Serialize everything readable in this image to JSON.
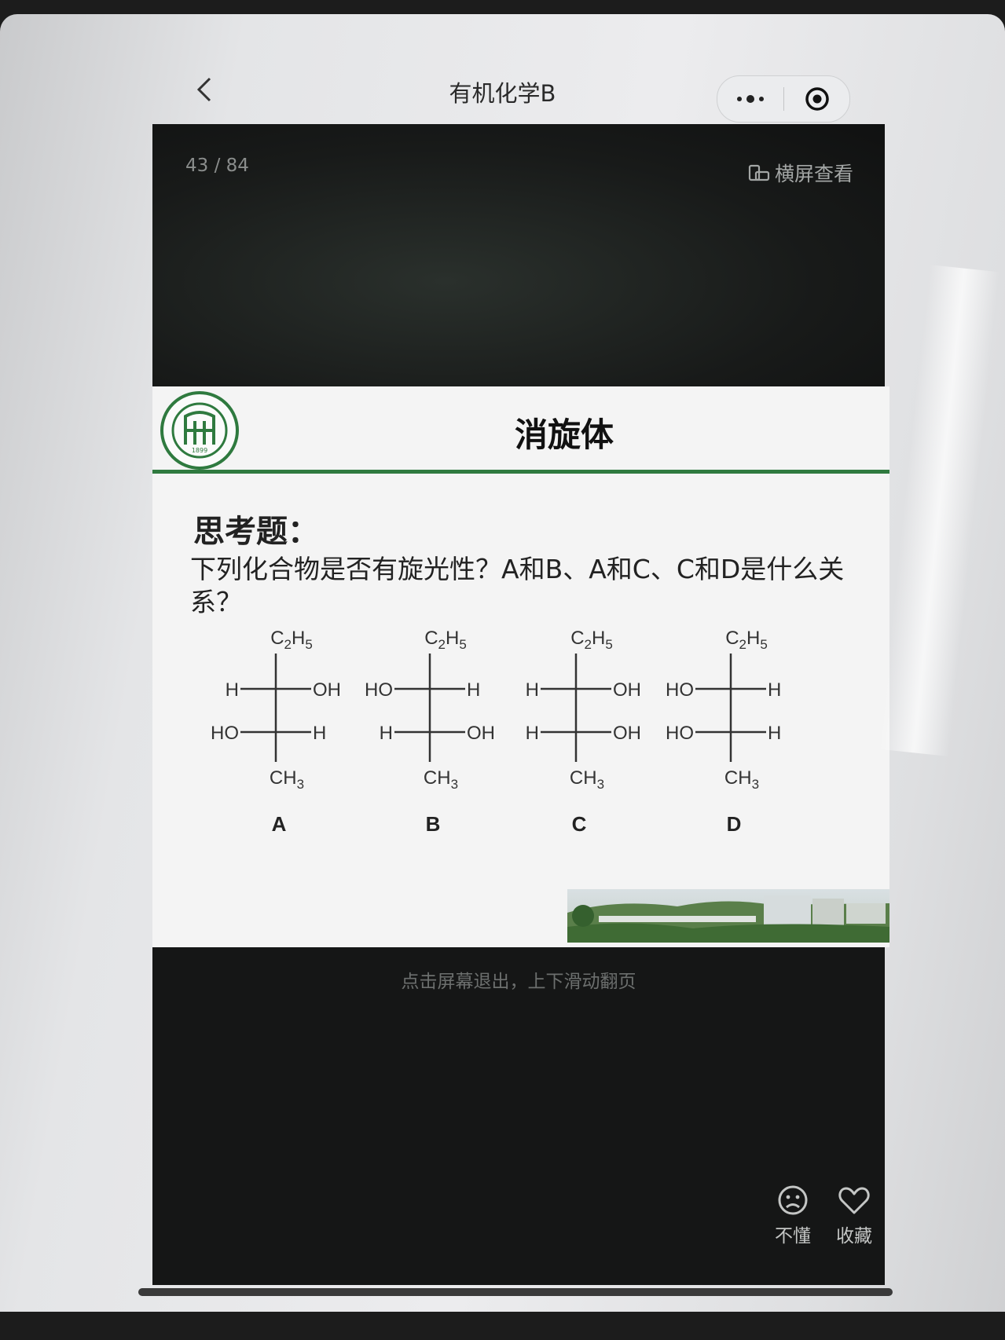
{
  "nav": {
    "title": "有机化学B",
    "back_icon": "chevron-left-icon",
    "more_icon": "more-dots-icon",
    "close_icon": "target-close-icon"
  },
  "viewer": {
    "page_counter": "43 / 84",
    "landscape_label": "横屏查看",
    "landscape_icon": "rotate-screen-icon",
    "hint": "点击屏幕退出，上下滑动翻页",
    "actions": [
      {
        "label": "不懂",
        "icon": "sad-face-icon"
      },
      {
        "label": "收藏",
        "icon": "heart-icon"
      }
    ]
  },
  "slide": {
    "title": "消旋体",
    "logo_icon": "university-seal-icon",
    "logo_year": "1899",
    "question_heading": "思考题：",
    "question_text": "下列化合物是否有旋光性？A和B、A和C、C和D是什么关系？",
    "colors": {
      "rule": "#2f7a3f"
    },
    "structures": [
      {
        "label": "A",
        "top": "C2H5",
        "bottom": "CH3",
        "rows": [
          [
            "H",
            "OH"
          ],
          [
            "HO",
            "H"
          ]
        ]
      },
      {
        "label": "B",
        "top": "C2H5",
        "bottom": "CH3",
        "rows": [
          [
            "HO",
            "H"
          ],
          [
            "H",
            "OH"
          ]
        ]
      },
      {
        "label": "C",
        "top": "C2H5",
        "bottom": "CH3",
        "rows": [
          [
            "H",
            "OH"
          ],
          [
            "H",
            "OH"
          ]
        ]
      },
      {
        "label": "D",
        "top": "C2H5",
        "bottom": "CH3",
        "rows": [
          [
            "HO",
            "H"
          ],
          [
            "HO",
            "H"
          ]
        ]
      }
    ]
  }
}
